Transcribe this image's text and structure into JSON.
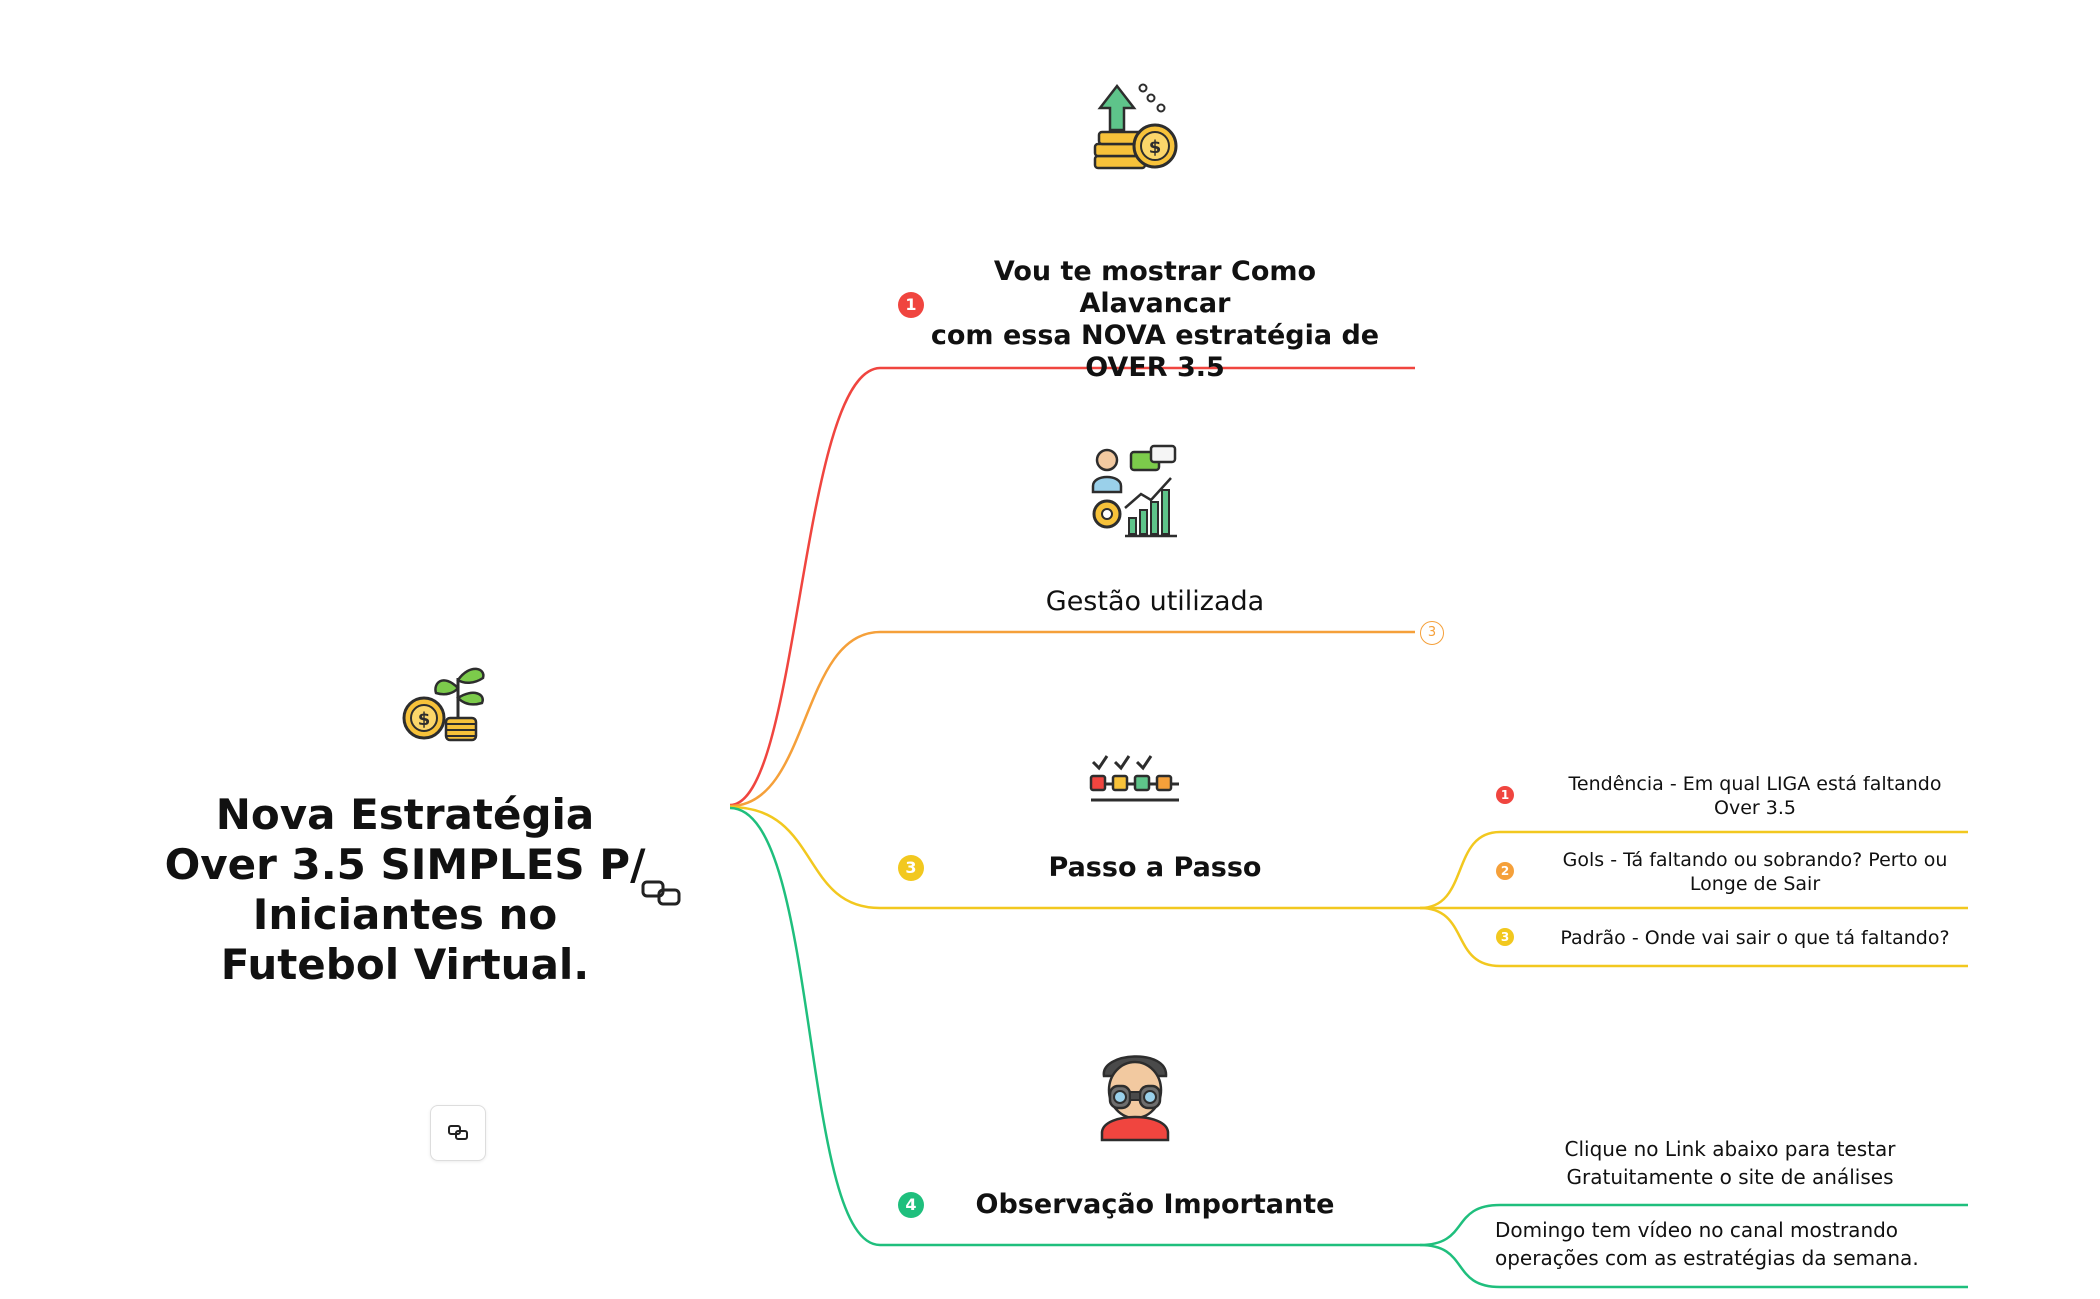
{
  "root": {
    "title_lines": [
      "Nova Estratégia",
      "Over 3.5 SIMPLES P/",
      "Iniciantes no",
      "Futebol Virtual."
    ],
    "icon": "plant-coins-icon"
  },
  "branches": [
    {
      "number": "1",
      "title_lines": [
        "Vou te mostrar Como Alavancar",
        "com essa NOVA estratégia de",
        "OVER 3.5"
      ],
      "icon": "money-growth-icon",
      "color": "#f0453f"
    },
    {
      "title": "Gestão utilizada",
      "collapsed_count": "3",
      "icon": "analyst-chart-icon",
      "color": "#f5a03a"
    },
    {
      "number": "3",
      "title": "Passo a Passo",
      "icon": "checklist-steps-icon",
      "color": "#f2c81f",
      "children": [
        {
          "number": "1",
          "lines": [
            "Tendência - Em qual LIGA está faltando",
            "Over 3.5"
          ],
          "color": "#f0453f"
        },
        {
          "number": "2",
          "lines": [
            "Gols - Tá faltando ou sobrando? Perto ou",
            "Longe de Sair"
          ],
          "color": "#f5a03a"
        },
        {
          "number": "3",
          "lines": [
            "Padrão - Onde vai sair o que tá faltando?"
          ],
          "color": "#f2c81f"
        }
      ]
    },
    {
      "number": "4",
      "title": "Observação Importante",
      "icon": "binoculars-man-icon",
      "color": "#1fbf7d",
      "children": [
        {
          "lines": [
            "Clique no Link abaixo para testar",
            "Gratuitamente o site de análises"
          ]
        },
        {
          "lines": [
            "Domingo tem vídeo no canal mostrando",
            "operações com as estratégias da semana."
          ]
        }
      ]
    }
  ]
}
